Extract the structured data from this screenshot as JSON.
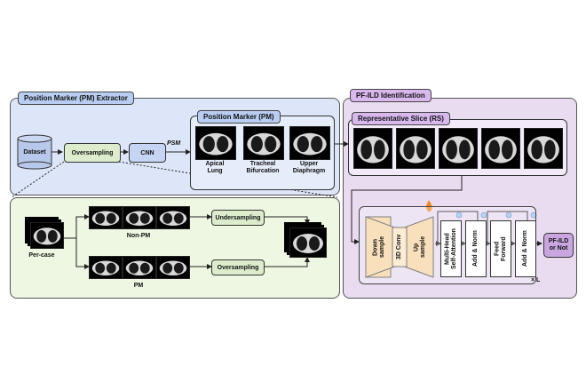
{
  "pm_extractor": {
    "title": "Position Marker (PM) Extractor",
    "dataset": "Dataset",
    "oversampling": "Oversampling",
    "cnn": "CNN",
    "psm": "PSM",
    "pm_box_title": "Position Marker (PM)",
    "pm_labels": [
      "Apical\nLung",
      "Tracheal\nBifurcation",
      "Upper\nDiaphragm"
    ]
  },
  "sampling": {
    "per_case": "Per-case",
    "non_pm": "Non-PM",
    "pm": "PM",
    "undersampling": "Undersampling",
    "oversampling": "Oversampling"
  },
  "pfild": {
    "title": "PF-ILD Identification",
    "rs_title": "Representative Slice (RS)",
    "up_sample": "Up\nsample",
    "conv3d": "3D Conv",
    "down_sample": "Down\nsample",
    "mhsa": "Multi-Head\nSelf-Attention",
    "add_norm_1": "Add & Norm",
    "feed_forward": "Feed\nForward",
    "add_norm_2": "Add & Norm",
    "output": "PF-ILD\nor Not",
    "times_l": "× L"
  },
  "colors": {
    "blue_panel": "#dde6f8",
    "green_panel": "#eef7e2",
    "purple_panel": "#e9dcf1",
    "tag_blue": "#b9cdf2",
    "tag_purple": "#d9b8ee",
    "dataset_blue": "#b7c8ea",
    "oversampling_green": "#dceccc",
    "cnn_blue": "#c6d5f3",
    "orange": "#f7d6a6",
    "output_purple": "#caa6e0"
  }
}
